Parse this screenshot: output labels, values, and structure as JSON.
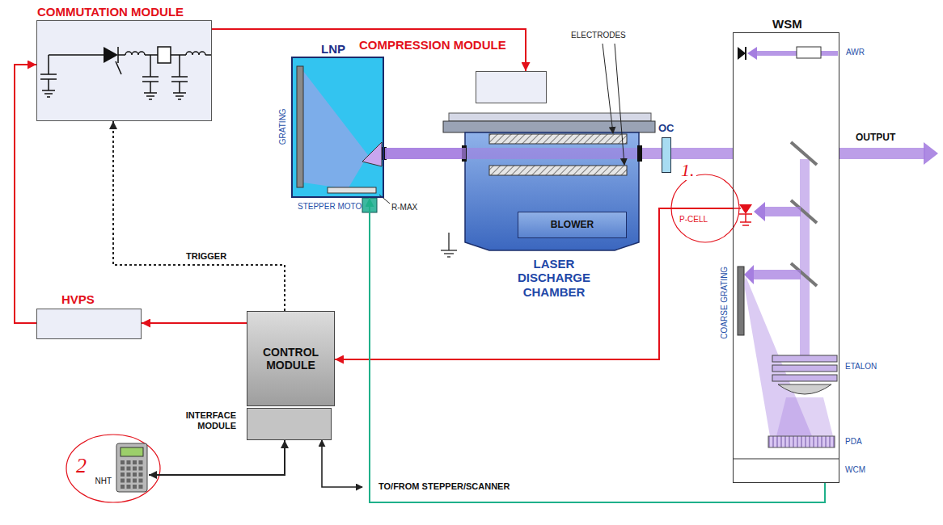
{
  "diagram": {
    "nodes": [
      {
        "text": [
          "COMMUTATION MODULE"
        ]
      },
      {
        "text": [
          "COMPRESSION MODULE"
        ]
      },
      {
        "text": [
          "LNP"
        ]
      },
      {
        "text": [
          "LASER DISCHARGE CHAMBER"
        ]
      },
      {
        "text": [
          "BLOWER"
        ],
        "in": 3
      },
      {
        "text": [
          "OC"
        ]
      },
      {
        "text": [
          "WSM"
        ]
      },
      {
        "text": [
          "HVPS"
        ]
      },
      {
        "text": [
          "CONTROL MODULE"
        ]
      },
      {
        "text": [
          "INTERFACE MODULE"
        ]
      },
      {
        "text": [
          "NHT"
        ]
      }
    ],
    "edges": [
      {
        "from": 0,
        "to": 1,
        "arrow": "to"
      },
      {
        "from": 7,
        "to": 0,
        "arrow": "to"
      },
      {
        "from": 8,
        "to": 7,
        "arrow": "to"
      },
      {
        "from": 8,
        "to": 0,
        "arrow": "to",
        "label": "TRIGGER"
      },
      {
        "from": 6,
        "to": 8,
        "arrow": "to"
      },
      {
        "from": 6,
        "to": 2,
        "arrow": "to"
      },
      {
        "from": 9,
        "to": 10,
        "arrow": "both"
      }
    ],
    "labels": [
      "ELECTRODES",
      "GRATING",
      "STEPPER MOTO",
      "R-MAX",
      "OUTPUT",
      "AWR",
      "1.",
      "P-CELL",
      "COARSE GRATING",
      "ETALON",
      "PDA",
      "WCM",
      "2",
      "TO/FROM STEPPER/SCANNER"
    ]
  }
}
